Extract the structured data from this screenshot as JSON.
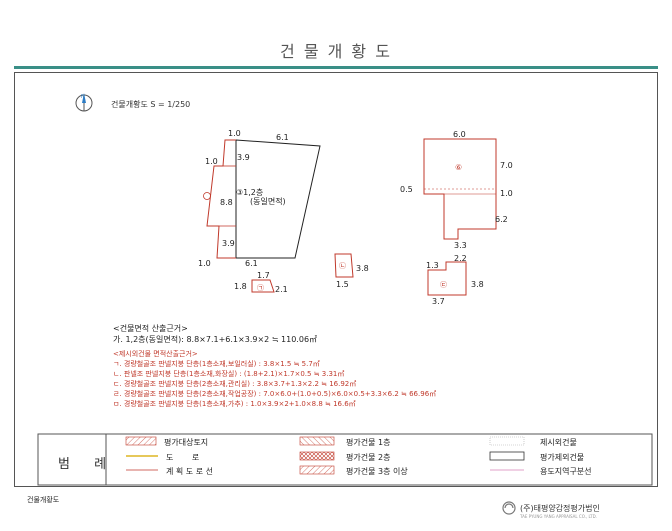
{
  "title": "건 물 개 황 도",
  "scale_label": "건물개황도 S = 1/250",
  "north_label": "N",
  "building_a": {
    "label_line1": "③1,2층",
    "label_line2": "(동일면적)",
    "dims": [
      "1.0",
      "6.1",
      "3.9",
      "1.0",
      "8.8",
      "3.9",
      "1.0",
      "6.1"
    ]
  },
  "building_b": {
    "label": "⑥",
    "dims": [
      "6.0",
      "7.0",
      "0.5",
      "1.0",
      "6.2",
      "3.3"
    ]
  },
  "small_1": {
    "label": "㉠",
    "dims": [
      "1.7",
      "1.8",
      "2.1"
    ]
  },
  "small_2": {
    "label": "㉡",
    "dims": [
      "3.8",
      "1.5"
    ]
  },
  "small_3": {
    "label": "㉢",
    "dims": [
      "1.3",
      "2.2",
      "3.8",
      "3.7"
    ]
  },
  "basis": {
    "heading": "<건물면적 산출근거>",
    "line1": "가. 1,2층(동일면적): 8.8×7.1+6.1×3.9×2 ≒ 110.06㎡"
  },
  "excluded": {
    "heading": "<제시외건물 면적산출근거>",
    "lines": [
      "ㄱ. 경량철골조 판넬지붕 단층(1층소재,보일러실) : 3.8×1.5 ≒ 5.7㎡",
      "ㄴ. 판넬조 판넬지붕 단층(1층소재,화장실) : (1.8+2.1)×1.7×0.5 ≒ 3.31㎡",
      "ㄷ. 경량철골조 판넬지붕 단층(2층소재,관리실) : 3.8×3.7+1.3×2.2 ≒ 16.92㎡",
      "ㄹ. 경량철골조 판넬지붕 단층(2층소재,작업공장) : 7.0×6.0+(1.0+0.5)×6.0×0.5+3.3×6.2 ≒ 66.96㎡",
      "ㅁ. 경량철골조 판넬지붕 단층(1층소재,가추) : 1.0×3.9×2+1.0×8.8 ≒ 16.6㎡"
    ]
  },
  "legend": {
    "label": "범 례",
    "items": [
      "평가대상토지",
      "평가건물 1층",
      "제시외건물",
      "도 로",
      "평가건물 2층",
      "평가제외건물",
      "계 획 도 로 선",
      "평가건물 3층 이상",
      "용도지역구분선"
    ]
  },
  "footer": {
    "left": "건물개황도",
    "right": "(주)태평양감정평가법인",
    "sub": "TAE PYUNG YANG APPRAISAL CO., LTD."
  },
  "colors": {
    "accent": "#3a8f87",
    "excluded": "#c0392b",
    "outline": "#333333"
  }
}
